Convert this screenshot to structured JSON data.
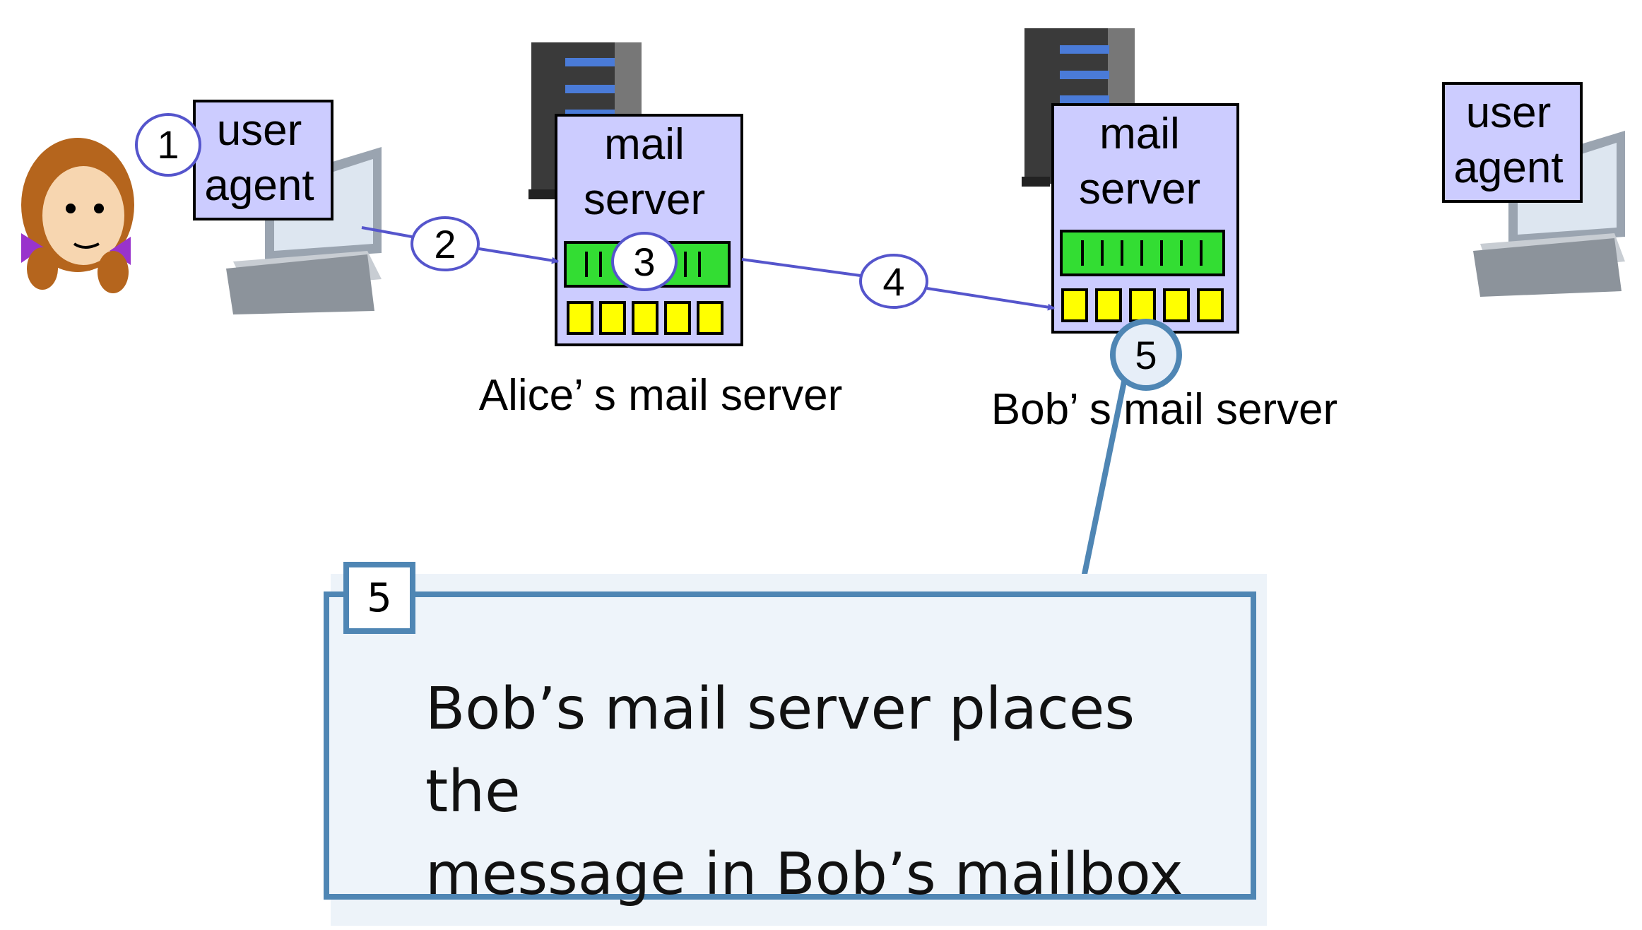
{
  "sender_user_agent": {
    "line1": "user",
    "line2": "agent"
  },
  "receiver_user_agent": {
    "line1": "user",
    "line2": "agent"
  },
  "alice_server": {
    "line1": "mail",
    "line2": "server",
    "caption": "Alice’ s mail server"
  },
  "bob_server": {
    "line1": "mail",
    "line2": "server",
    "caption": "Bob’ s mail server"
  },
  "steps": {
    "s1": "1",
    "s2": "2",
    "s3": "3",
    "s4": "4",
    "s5": "5"
  },
  "callout": {
    "badge": "5",
    "line1": "Bob’s mail server places the",
    "line2": "message in Bob’s mailbox"
  },
  "colors": {
    "box_fill": "#ccccff",
    "queue_green": "#33dd33",
    "mailbox_yellow": "#ffff00",
    "arrow": "#5555cc",
    "callout_border": "#4f86b4"
  },
  "icons": [
    "alice-icon",
    "desktop-computer-icon",
    "server-rack-icon"
  ]
}
